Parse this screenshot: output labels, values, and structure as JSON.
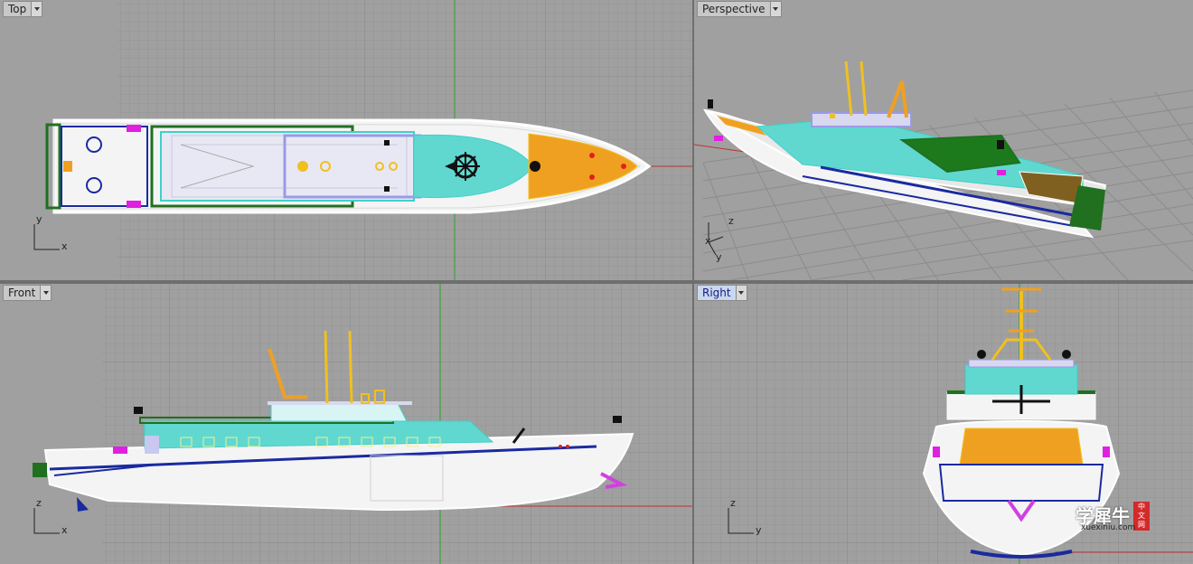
{
  "viewports": {
    "top": {
      "label": "Top",
      "axes": [
        "y",
        "x"
      ]
    },
    "perspective": {
      "label": "Perspective",
      "axes": [
        "z",
        "x",
        "y"
      ]
    },
    "front": {
      "label": "Front",
      "axes": [
        "z",
        "x"
      ]
    },
    "right": {
      "label": "Right",
      "axes": [
        "z",
        "y"
      ]
    }
  },
  "watermark": {
    "cn": "学犀牛",
    "en": "xuexiniu.com",
    "seal": [
      "中",
      "文",
      "网"
    ]
  },
  "colors": {
    "background": "#a0a0a0",
    "grid_minor": "#959595",
    "grid_major": "#878787",
    "axis_x": "#c03030",
    "axis_y": "#30a030",
    "hull": "#ffffff",
    "cabin": "#40d0c8",
    "rail": "#1a2aa0",
    "mast": "#f0c020",
    "bow_deck": "#f0a020",
    "marker": "#e020e0",
    "active_tab": "#c8d8ee"
  }
}
